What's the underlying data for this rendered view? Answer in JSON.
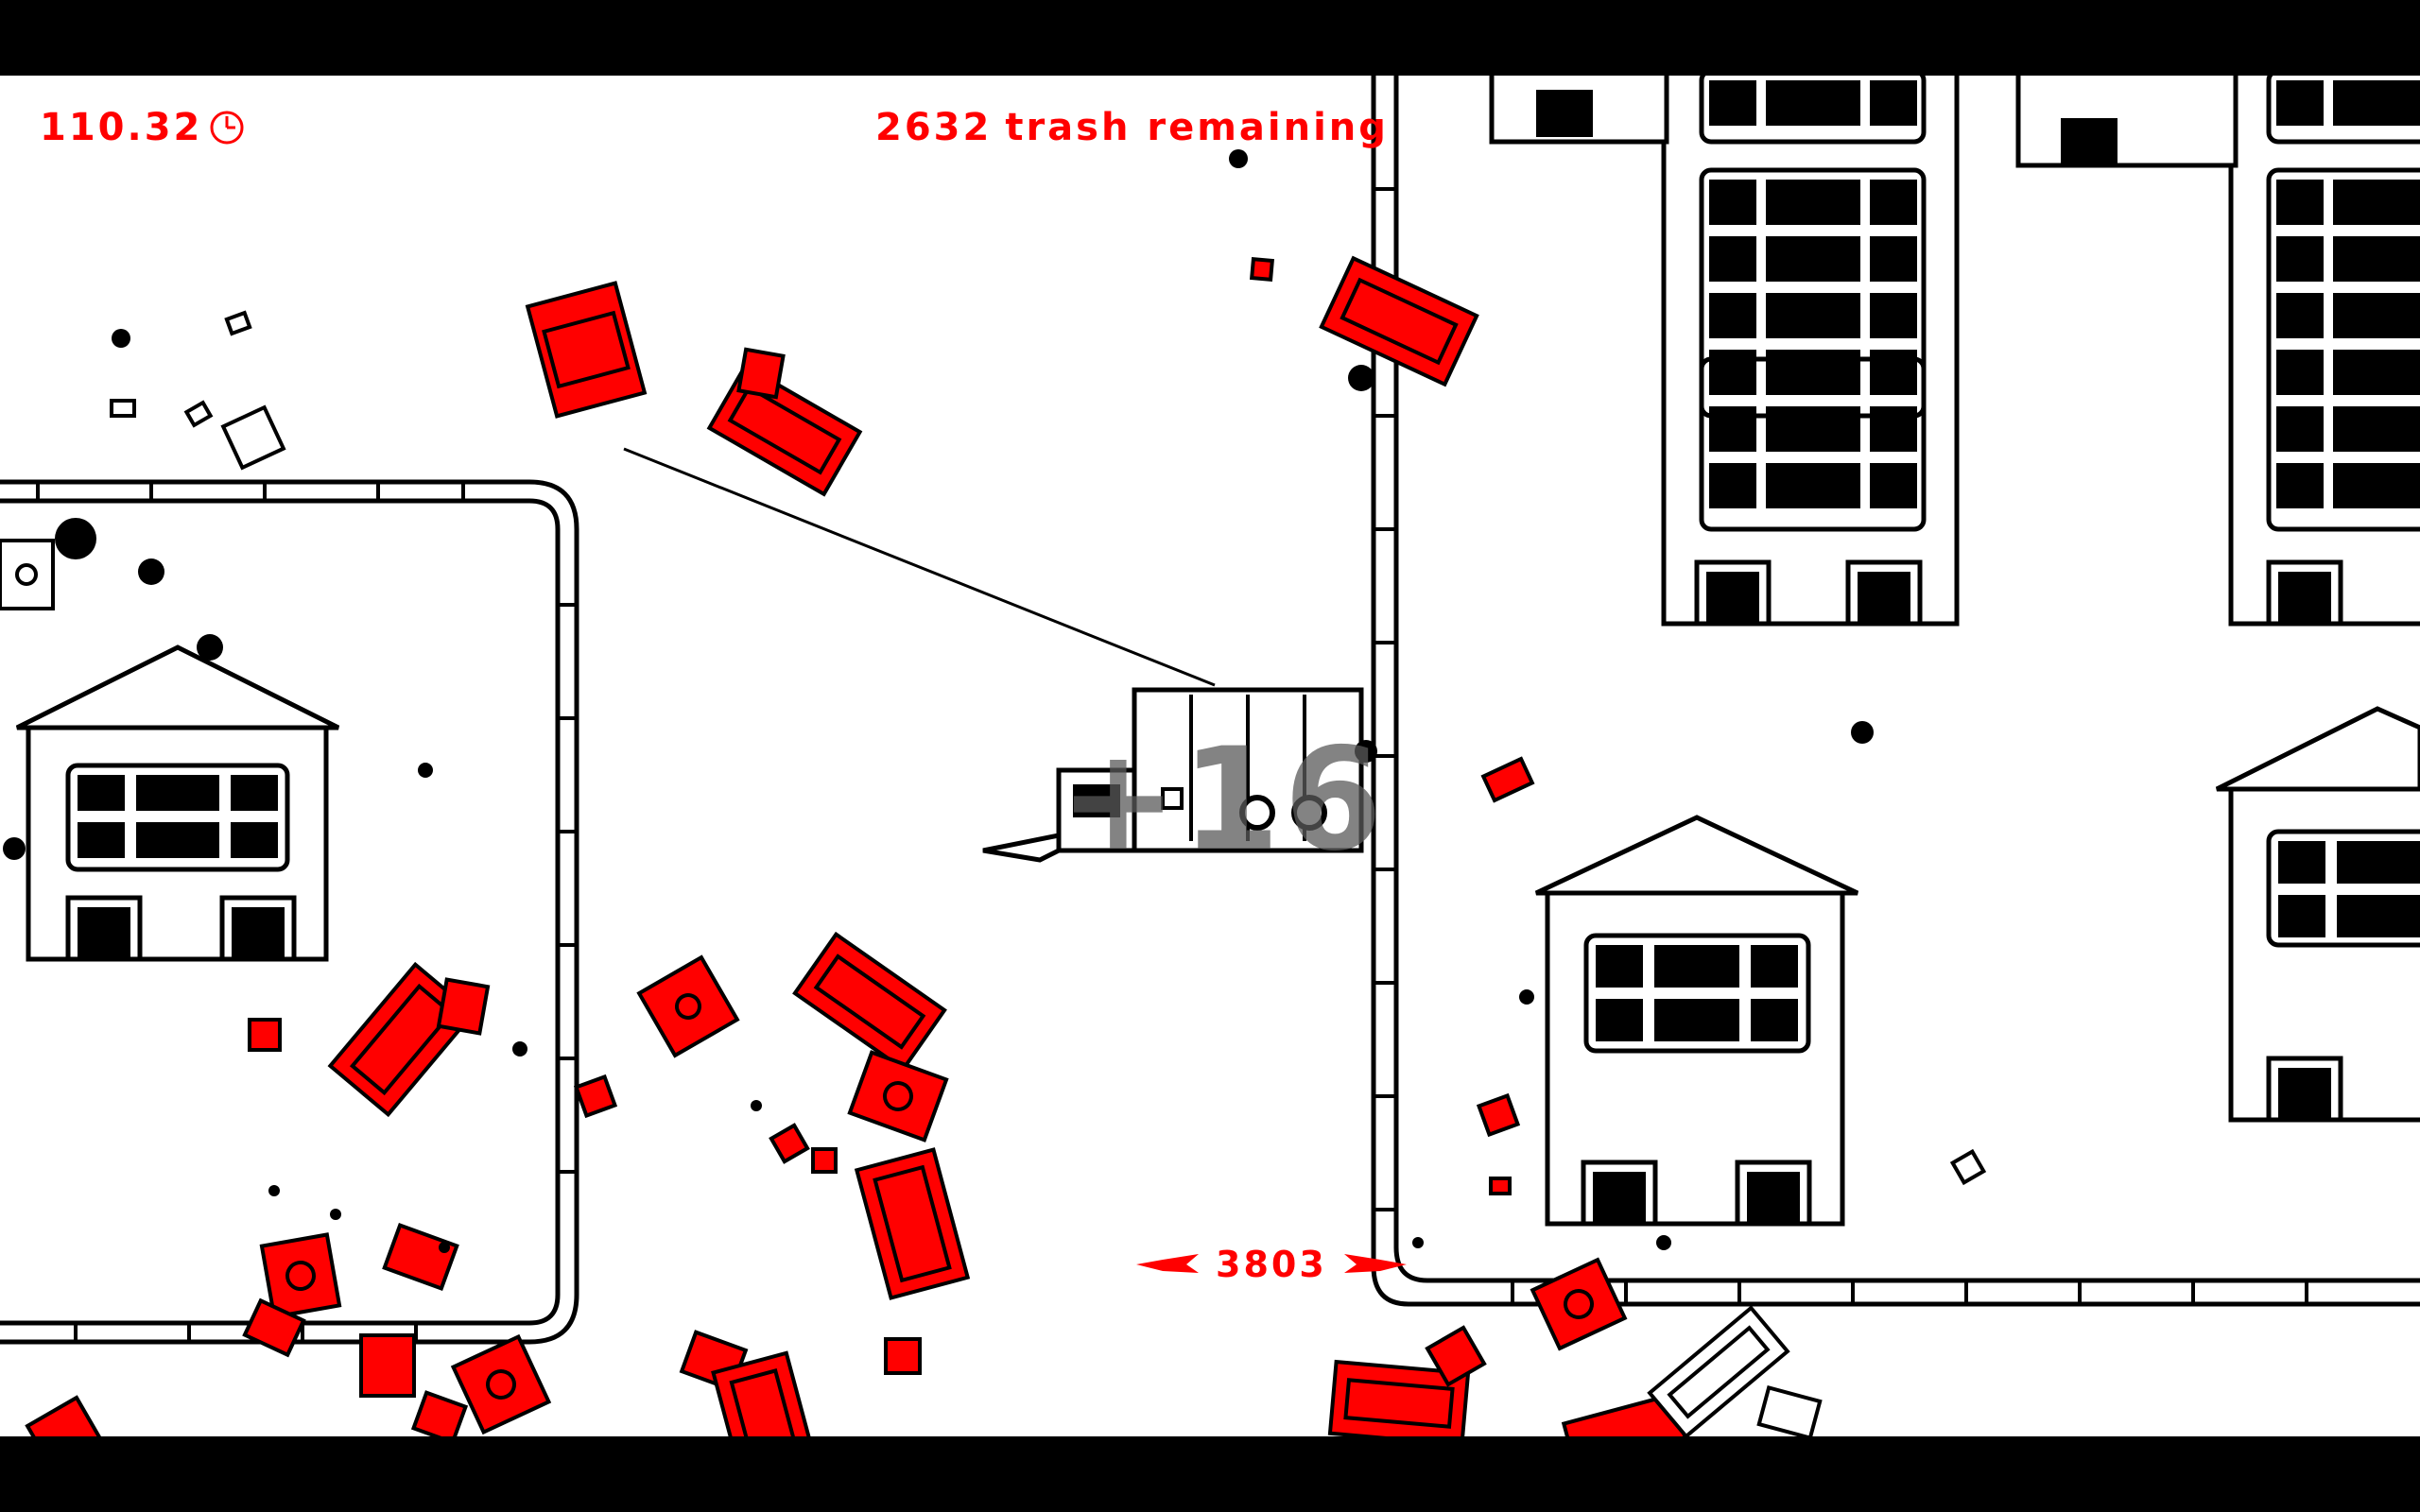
{
  "hud": {
    "timer": "110.32",
    "trash_count": "2632",
    "trash_label": "trash remaining",
    "score": "3803",
    "combo": "+16"
  },
  "icons": {
    "timer": "clock-icon",
    "score_left": "left-wing-icon",
    "score_right": "right-wing-icon",
    "player": "garbage-truck-icon"
  },
  "colors": {
    "hud_text": "#ff0000",
    "trash": "#ff0000",
    "outline": "#000000",
    "ground": "#ffffff",
    "letterbox": "#000000"
  }
}
